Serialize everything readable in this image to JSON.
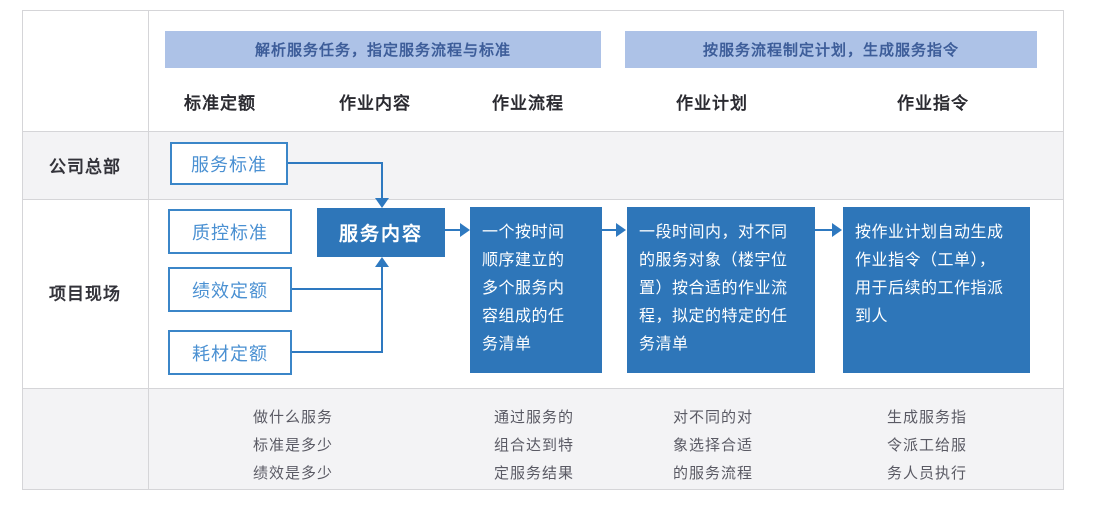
{
  "banners": [
    {
      "label": "解析服务任务，指定服务流程与标准"
    },
    {
      "label": "按服务流程制定计划，生成服务指令"
    }
  ],
  "columns": [
    "标准定额",
    "作业内容",
    "作业流程",
    "作业计划",
    "作业指令"
  ],
  "row_labels": {
    "hq": "公司总部",
    "site": "项目现场"
  },
  "nodes": {
    "service_standard": "服务标准",
    "quality_control": "质控标准",
    "performance_quota": "绩效定额",
    "consumables_quota": "耗材定额",
    "service_content": "服务内容",
    "work_process": "一个按时间\n顺序建立的\n多个服务内\n容组成的任\n务清单",
    "work_plan": "一段时间内，对不同\n的服务对象（楼宇位\n置）按合适的作业流\n程，拟定的特定的任\n务清单",
    "work_order": "按作业计划自动生成\n作业指令（工单），\n用于后续的工作指派\n到人"
  },
  "footnotes": [
    "做什么服务\n标准是多少\n绩效是多少",
    "通过服务的\n组合达到特\n定服务结果",
    "对不同的对\n象选择合适\n的服务流程",
    "生成服务指\n令派工给服\n务人员执行"
  ],
  "colors": {
    "accent_blue": "#2e76b9",
    "connector_blue": "#2e79c0",
    "banner_bg": "#adc2e7",
    "banner_text": "#3d5d99",
    "outline_border": "#3b86c8",
    "outline_text": "#4a90d2",
    "row_bg": "#f3f3f5",
    "grid_line": "#d5d5d8",
    "footnote_text": "#5a5a64"
  }
}
